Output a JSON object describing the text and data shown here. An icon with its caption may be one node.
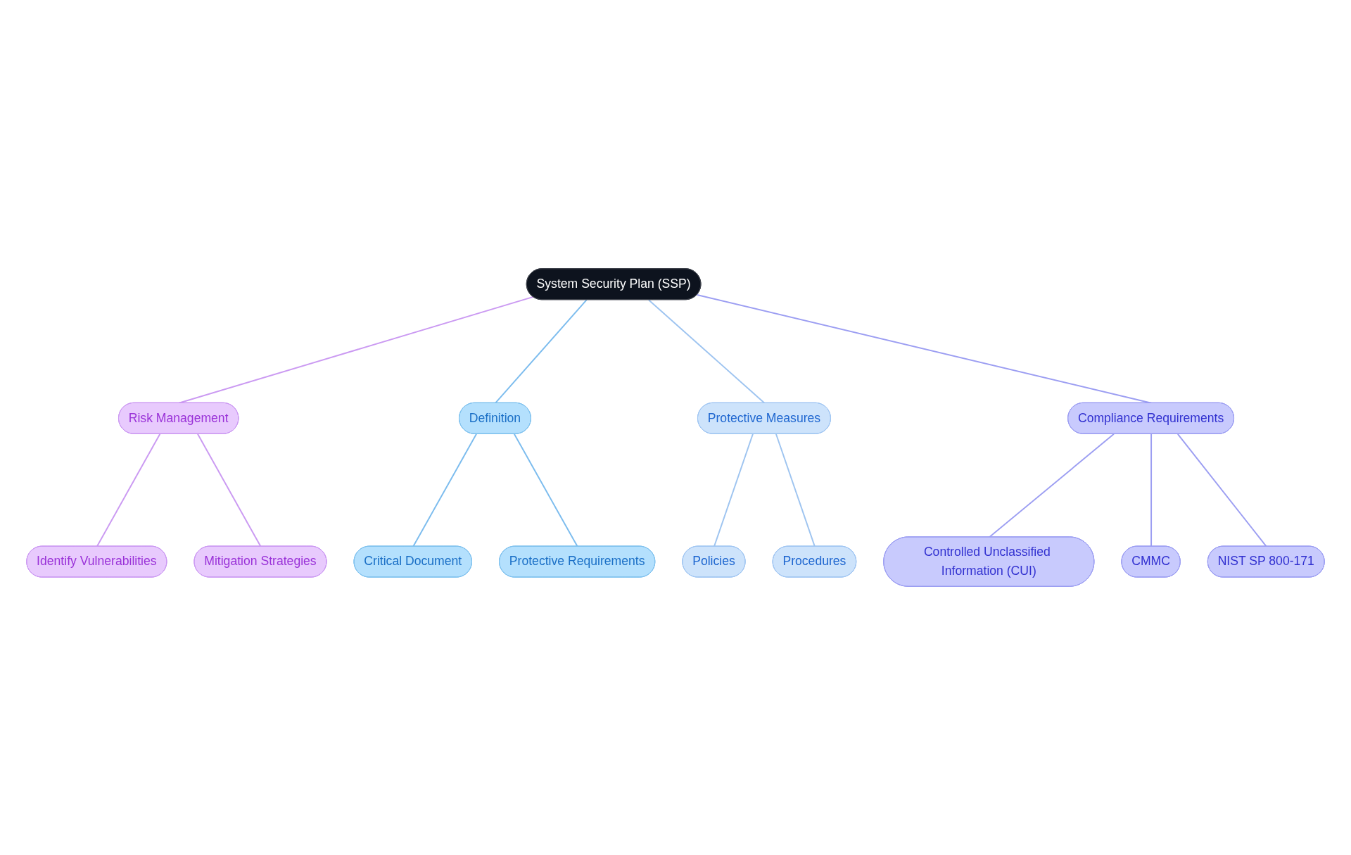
{
  "diagram": {
    "nodes": [
      {
        "text": [
          "System Security Plan (SSP)"
        ]
      },
      {
        "text": [
          "Risk Management"
        ]
      },
      {
        "text": [
          "Identify Vulnerabilities"
        ]
      },
      {
        "text": [
          "Mitigation Strategies"
        ]
      },
      {
        "text": [
          "Definition"
        ]
      },
      {
        "text": [
          "Critical Document"
        ]
      },
      {
        "text": [
          "Protective Requirements"
        ]
      },
      {
        "text": [
          "Protective Measures"
        ]
      },
      {
        "text": [
          "Policies"
        ]
      },
      {
        "text": [
          "Procedures"
        ]
      },
      {
        "text": [
          "Compliance Requirements"
        ]
      },
      {
        "text": [
          "Controlled Unclassified Information (CUI)"
        ]
      },
      {
        "text": [
          "CMMC"
        ]
      },
      {
        "text": [
          "NIST SP 800-171"
        ]
      }
    ],
    "edges": [
      {
        "from": 0,
        "to": 1,
        "arrow": "none",
        "color": "#cb9af2"
      },
      {
        "from": 1,
        "to": 2,
        "arrow": "none",
        "color": "#cb9af2"
      },
      {
        "from": 1,
        "to": 3,
        "arrow": "none",
        "color": "#cb9af2"
      },
      {
        "from": 0,
        "to": 4,
        "arrow": "none",
        "color": "#7cbcee"
      },
      {
        "from": 4,
        "to": 5,
        "arrow": "none",
        "color": "#7cbcee"
      },
      {
        "from": 4,
        "to": 6,
        "arrow": "none",
        "color": "#7cbcee"
      },
      {
        "from": 0,
        "to": 7,
        "arrow": "none",
        "color": "#9ec4f0"
      },
      {
        "from": 7,
        "to": 8,
        "arrow": "none",
        "color": "#9ec4f0"
      },
      {
        "from": 7,
        "to": 9,
        "arrow": "none",
        "color": "#9ec4f0"
      },
      {
        "from": 0,
        "to": 10,
        "arrow": "none",
        "color": "#9c9ef2"
      },
      {
        "from": 10,
        "to": 11,
        "arrow": "none",
        "color": "#9c9ef2"
      },
      {
        "from": 10,
        "to": 12,
        "arrow": "none",
        "color": "#9c9ef2"
      },
      {
        "from": 10,
        "to": 13,
        "arrow": "none",
        "color": "#9c9ef2"
      }
    ]
  }
}
